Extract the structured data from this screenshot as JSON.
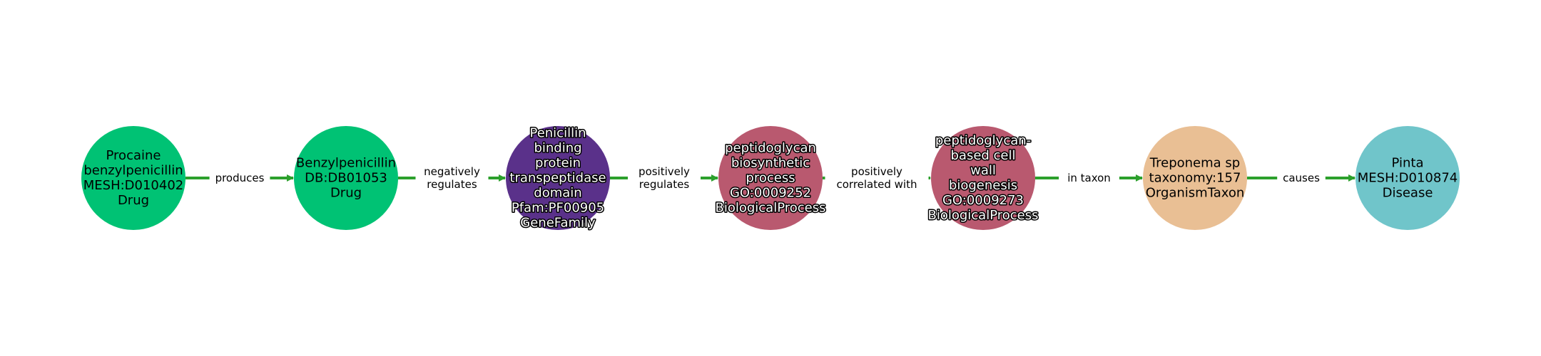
{
  "colors": {
    "edge": "#2ca02c",
    "drug": "#00c274",
    "gene_family": "#5a318a",
    "biological_process": "#b9596f",
    "organism_taxon": "#e9bf94",
    "disease": "#70c5ca"
  },
  "nodes": [
    {
      "lines": [
        "Procaine",
        "benzylpenicillin",
        "MESH:D010402",
        "Drug"
      ],
      "color": "#00c274",
      "outlined": false
    },
    {
      "lines": [
        "Benzylpenicillin",
        "DB:DB01053",
        "Drug"
      ],
      "color": "#00c274",
      "outlined": false
    },
    {
      "lines": [
        "Penicillin",
        "binding",
        "protein",
        "transpeptidase",
        "domain",
        "Pfam:PF00905",
        "GeneFamily"
      ],
      "color": "#5a318a",
      "outlined": true
    },
    {
      "lines": [
        "peptidoglycan",
        "biosynthetic",
        "process",
        "GO:0009252",
        "BiologicalProcess"
      ],
      "color": "#b9596f",
      "outlined": true
    },
    {
      "lines": [
        "peptidoglycan-",
        "based cell",
        "wall",
        "biogenesis",
        "GO:0009273",
        "BiologicalProcess"
      ],
      "color": "#b9596f",
      "outlined": true
    },
    {
      "lines": [
        "Treponema sp",
        "taxonomy:157",
        "OrganismTaxon"
      ],
      "color": "#e9bf94",
      "outlined": false
    },
    {
      "lines": [
        "Pinta",
        "MESH:D010874",
        "Disease"
      ],
      "color": "#70c5ca",
      "outlined": false
    }
  ],
  "edges": [
    {
      "lines": [
        "produces"
      ]
    },
    {
      "lines": [
        "negatively",
        "regulates"
      ]
    },
    {
      "lines": [
        "positively",
        "regulates"
      ]
    },
    {
      "lines": [
        "positively",
        "correlated with"
      ]
    },
    {
      "lines": [
        "in taxon"
      ]
    },
    {
      "lines": [
        "causes"
      ]
    }
  ]
}
